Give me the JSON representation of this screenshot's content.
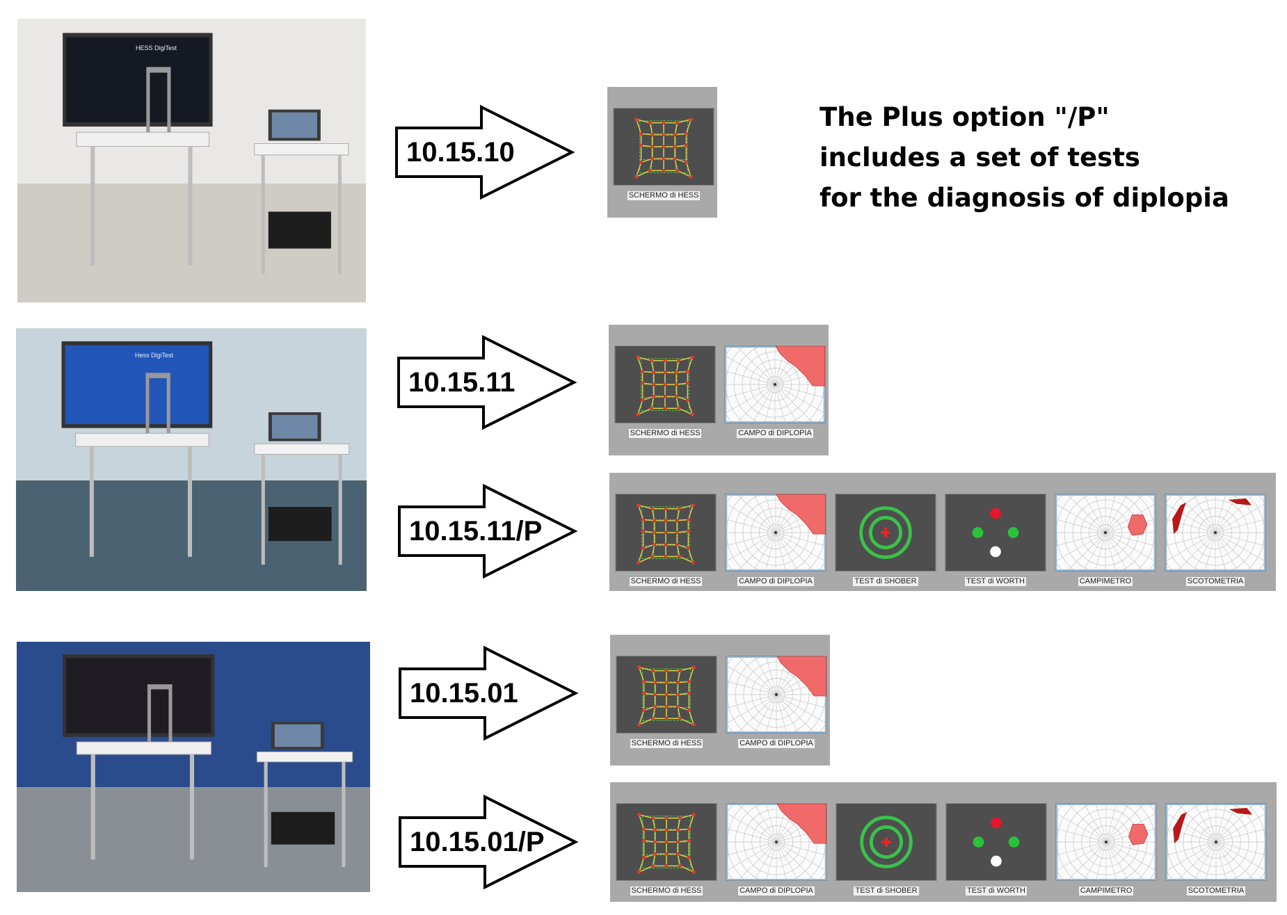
{
  "description": {
    "line1": "The Plus option \"/P\"",
    "line2": "includes a set of tests",
    "line3": "for the diagnosis of diplopia"
  },
  "rows": [
    {
      "code": "10.15.10",
      "tests": [
        "SCHERMO di  HESS"
      ]
    },
    {
      "code": "10.15.11",
      "tests": [
        "SCHERMO di  HESS",
        "CAMPO di DIPLOPIA"
      ]
    },
    {
      "code": "10.15.11/P",
      "tests": [
        "SCHERMO di  HESS",
        "CAMPO di DIPLOPIA",
        "TEST di SHOBER",
        "TEST di WORTH",
        "CAMPIMETRO",
        "SCOTOMETRIA"
      ]
    },
    {
      "code": "10.15.01",
      "tests": [
        "SCHERMO di  HESS",
        "CAMPO di DIPLOPIA"
      ]
    },
    {
      "code": "10.15.01/P",
      "tests": [
        "SCHERMO di  HESS",
        "CAMPO di DIPLOPIA",
        "TEST di SHOBER",
        "TEST di WORTH",
        "CAMPIMETRO",
        "SCOTOMETRIA"
      ]
    }
  ],
  "photos": [
    {
      "name": "setup-photo-1",
      "wall": "#e9e8e6",
      "floor": "#cfccc5",
      "screen": "#151a22",
      "screen_text": "HESS DigiTest"
    },
    {
      "name": "setup-photo-2",
      "wall": "#c8d4dc",
      "floor": "#4b6272",
      "screen": "#2255b8",
      "screen_text": "Hess DigiTest"
    },
    {
      "name": "setup-photo-3",
      "wall": "#2a4c8c",
      "floor": "#8a8f96",
      "screen": "#1f1c24",
      "screen_text": ""
    }
  ]
}
